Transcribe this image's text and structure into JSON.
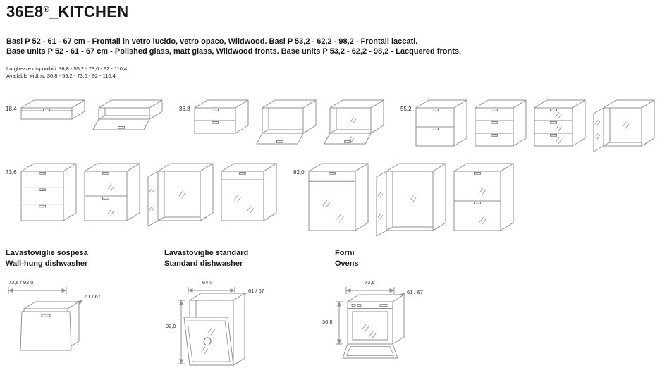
{
  "header": {
    "title_main": "36E8",
    "title_reg": "®",
    "title_suffix": "_KITCHEN",
    "intro_it": "Basi P 52 - 61 - 67 cm - Frontali in vetro lucido, vetro opaco, Wildwood. Basi P 53,2 - 62,2 - 98,2 - Frontali laccati.",
    "intro_en": "Base units P 52 - 61 - 67 cm - Polished glass, matt glass, Wildwood fronts. Base units P 53,2 - 62,2 - 98,2 - Lacquered fronts.",
    "widths_it": "Larghezze disponibili: 36,8 - 55,2 - 73,6 - 92 - 110,4",
    "widths_en": "Available widths:  36,8 - 55,2 - 73,6 - 92 - 110,4"
  },
  "cabinet_rows": [
    {
      "groups": [
        {
          "label": "18,4",
          "h": 16,
          "w": 72,
          "cabinets": [
            "flap-ajar",
            "flap-open"
          ]
        },
        {
          "label": "36,8",
          "h": 36,
          "w": 58,
          "cabinets": [
            "drawers-2",
            "flap-open",
            "flap-open-marks"
          ]
        },
        {
          "label": "55,2",
          "h": 54,
          "w": 54,
          "cabinets": [
            "drawers-2",
            "drawers-3",
            "drawers-3-marks",
            "door-open"
          ]
        }
      ]
    },
    {
      "groups": [
        {
          "label": "73,6",
          "h": 70,
          "w": 60,
          "cabinets": [
            "drawers-3",
            "drawers-2-marks",
            "door-open",
            "drawer-door"
          ]
        },
        {
          "label": "92,0",
          "h": 84,
          "w": 66,
          "cabinets": [
            "drawer-door",
            "door-open",
            "drawers-2-marks"
          ]
        }
      ]
    }
  ],
  "appliances": [
    {
      "title_it": "Lavastoviglie sospesa",
      "title_en": "Wall-hung dishwasher",
      "dim_width": "73,6 / 92,0",
      "dim_depth": "61 / 67"
    },
    {
      "title_it": "Lavastoviglie standard",
      "title_en": "Standard dishwasher",
      "dim_width": "64,0",
      "dim_height": "92,0",
      "dim_depth": "61 / 67"
    },
    {
      "title_it": "Forni",
      "title_en": "Ovens",
      "dim_width": "73,6",
      "dim_height": "36,8",
      "dim_depth": "61 / 67"
    }
  ],
  "colors": {
    "line": "#8f8f8f",
    "line_dark": "#6f6f6f",
    "text": "#161616"
  }
}
